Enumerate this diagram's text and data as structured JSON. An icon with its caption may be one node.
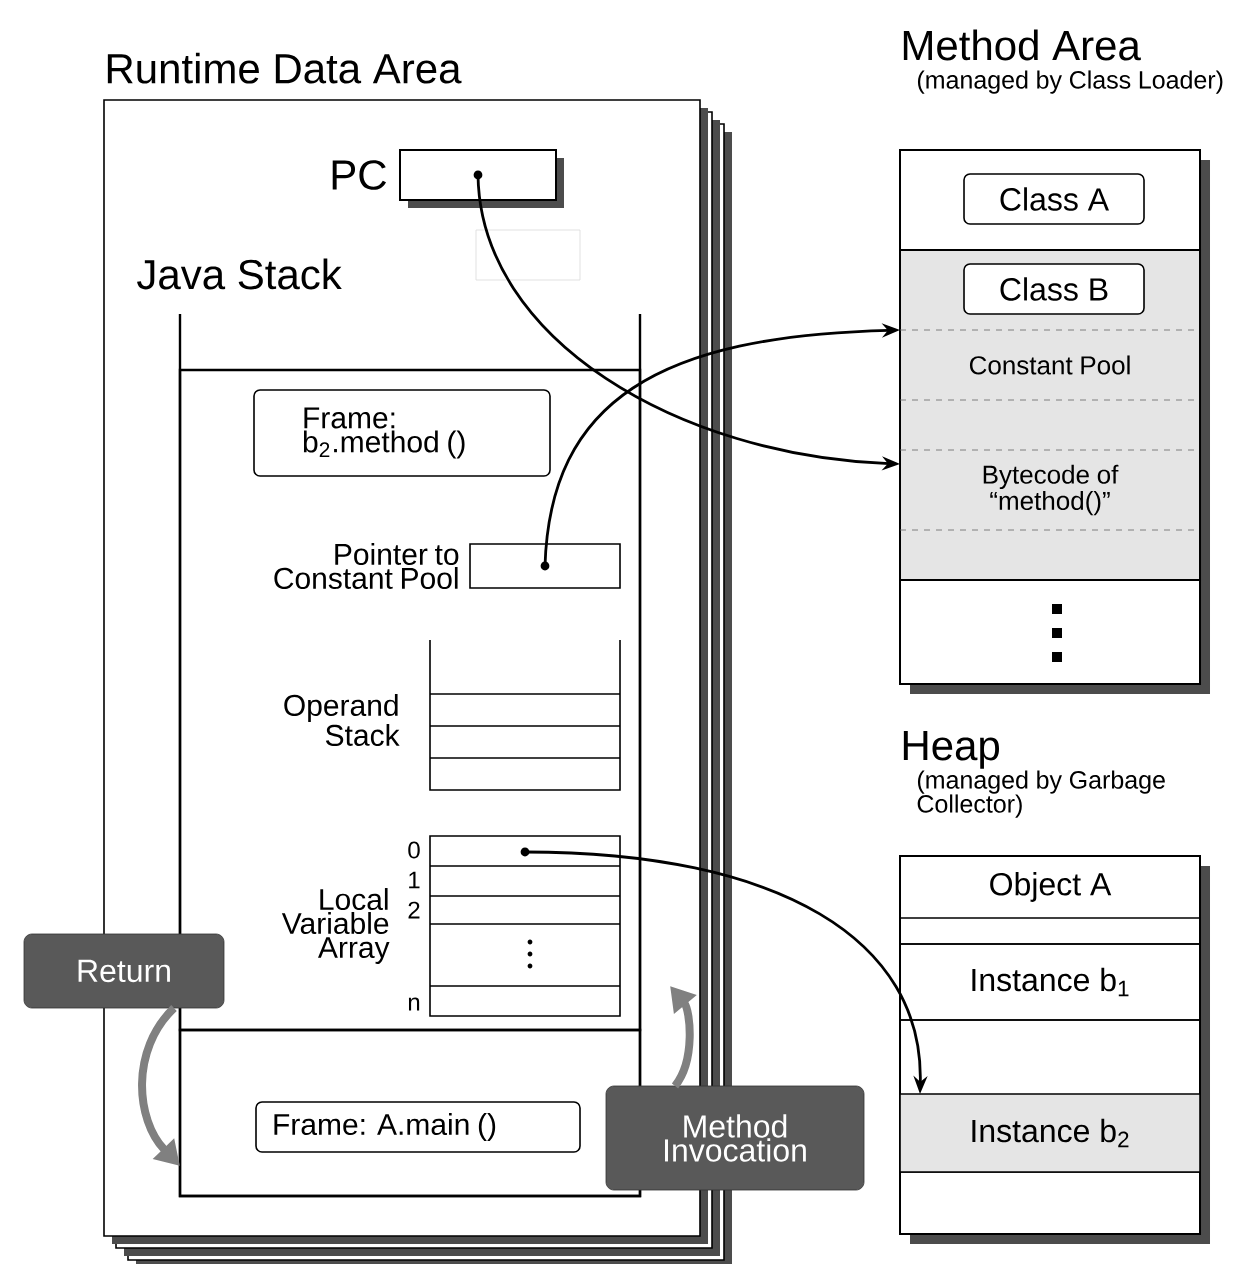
{
  "diagram": {
    "nodes": [
      {
        "text": [
          "Runtime Data Area"
        ]
      },
      {
        "text": [
          "PC"
        ],
        "in": 0
      },
      {
        "text": [
          "Java Stack"
        ],
        "in": 0
      },
      {
        "text": [],
        "shape": "box",
        "in": 2
      },
      {
        "text": [
          "Frame: b$_{2}$.method ()"
        ],
        "in": 3
      },
      {
        "text": [
          "Pointer to Constant Pool"
        ],
        "in": 3
      },
      {
        "text": [
          "Operand Stack"
        ],
        "in": 3
      },
      {
        "text": [
          "Local Variable Array"
        ],
        "beside": [
          "0",
          "1",
          "2",
          "n"
        ],
        "in": 3
      },
      {
        "text": [],
        "shape": "box",
        "in": 2
      },
      {
        "text": [
          "Frame: A.main ()"
        ],
        "in": 8
      },
      {
        "text": [
          "Return"
        ]
      },
      {
        "text": [
          "Method Invocation"
        ]
      },
      {
        "text": [
          "Method Area",
          "(managed by Class Loader)"
        ]
      },
      {
        "text": [
          "Class A"
        ],
        "in": 12
      },
      {
        "text": [],
        "shape": "box",
        "in": 12
      },
      {
        "text": [
          "Class B"
        ],
        "in": 14
      },
      {
        "text": [
          "Constant Pool"
        ],
        "in": 14
      },
      {
        "text": [
          "Bytecode of “method()”"
        ],
        "in": 14
      },
      {
        "text": [
          "Heap",
          "(managed by Garbage Collector)"
        ]
      },
      {
        "text": [
          "Object A"
        ],
        "in": 18
      },
      {
        "text": [
          "Instance b$_{1}$"
        ],
        "in": 18
      },
      {
        "text": [
          "Instance b$_{2}$"
        ],
        "in": 18
      }
    ],
    "edges": [
      {
        "from": 1,
        "to": 17,
        "arrow": "to"
      },
      {
        "from": 5,
        "to": 16,
        "arrow": "to"
      },
      {
        "from": 7,
        "to": 21,
        "arrow": "to"
      },
      {
        "from": 10,
        "to": 8,
        "arrow": "to",
        "style": "thick",
        "color": "#808080"
      },
      {
        "from": 11,
        "to": 3,
        "arrow": "to",
        "style": "thick",
        "color": "#808080"
      }
    ]
  }
}
